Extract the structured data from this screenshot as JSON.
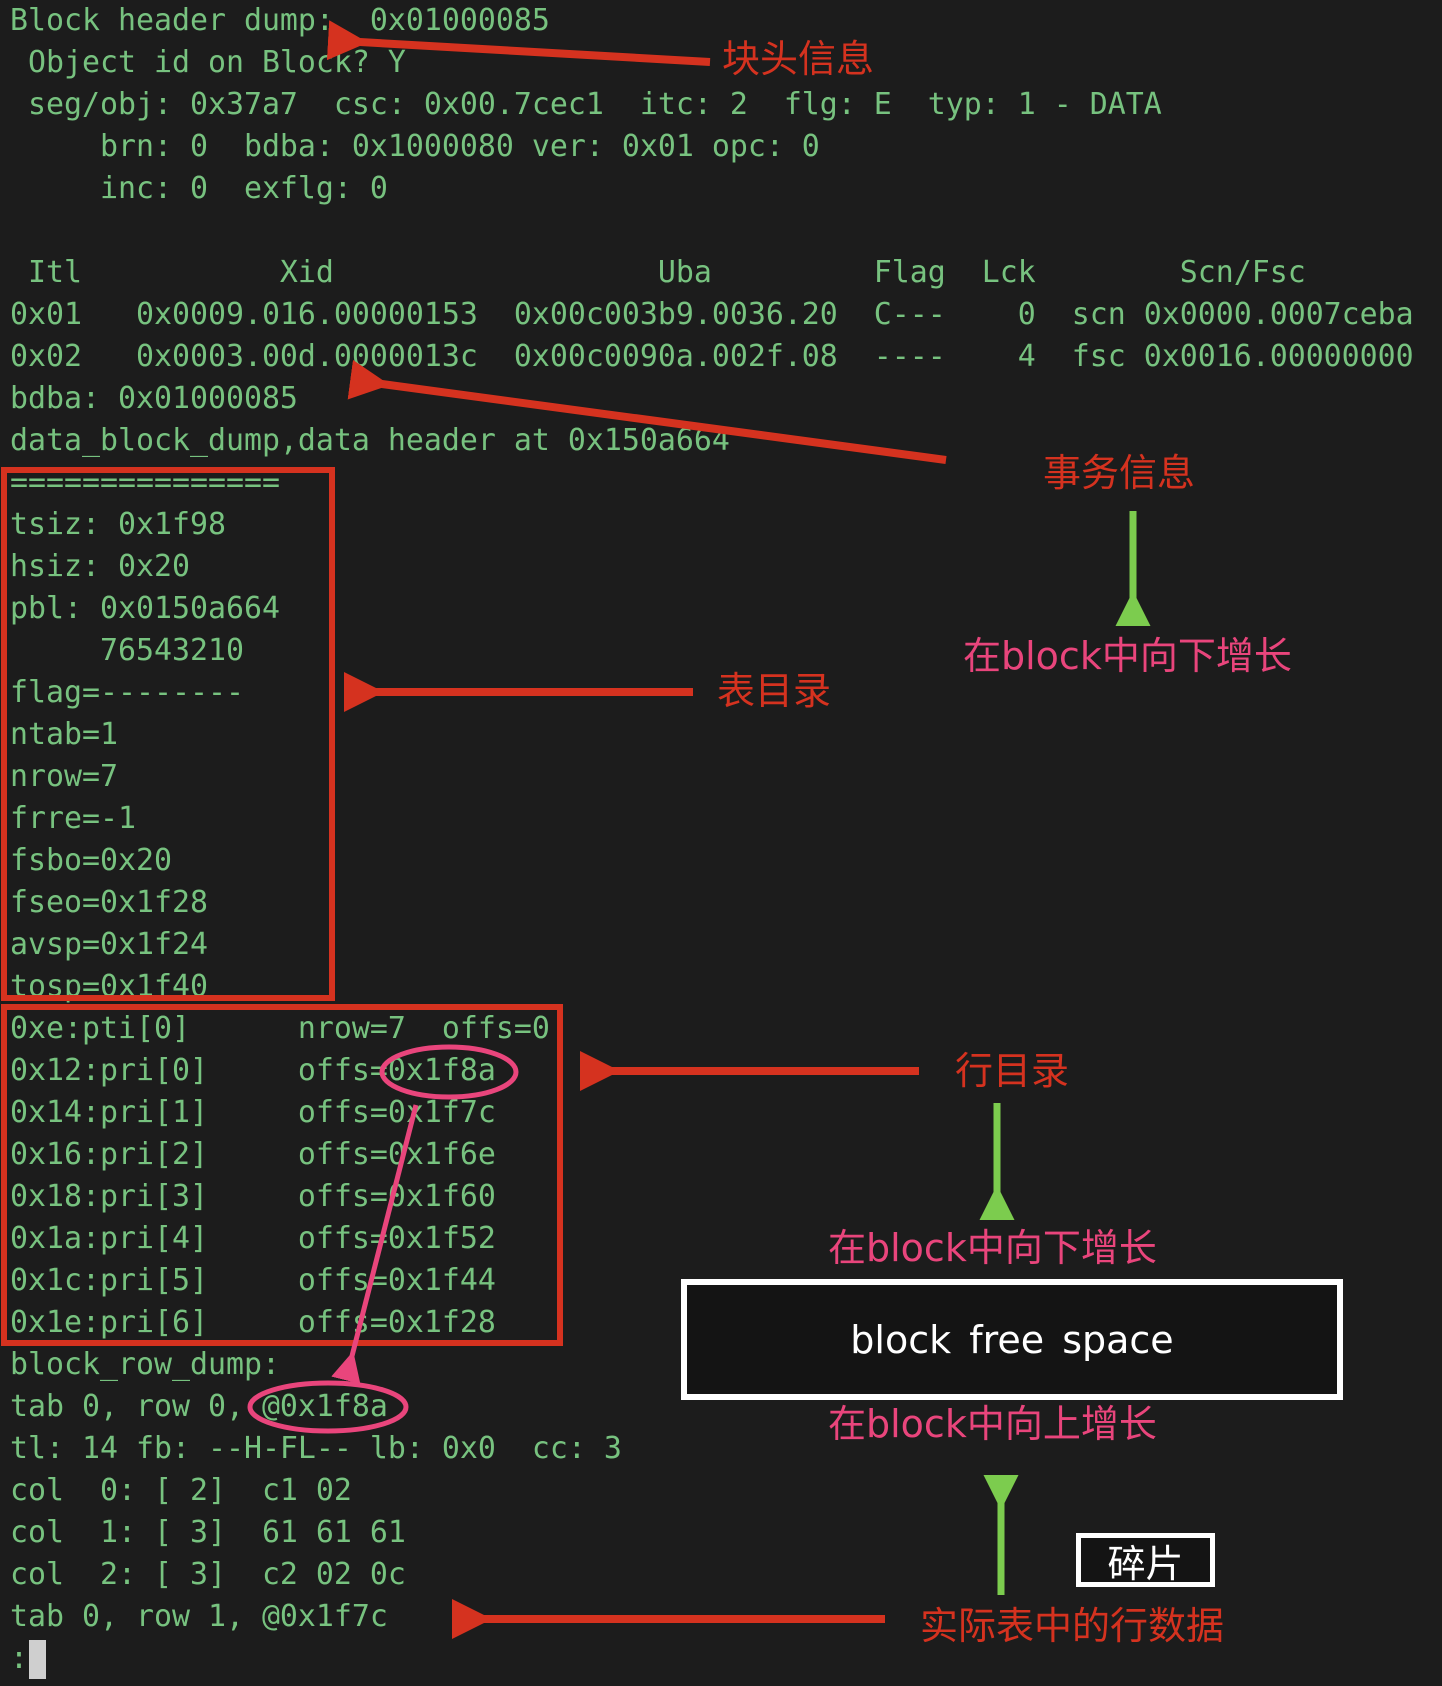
{
  "terminal": {
    "lines": [
      "Block header dump:  0x01000085",
      " Object id on Block? Y",
      " seg/obj: 0x37a7  csc: 0x00.7cec1  itc: 2  flg: E  typ: 1 - DATA",
      "     brn: 0  bdba: 0x1000080 ver: 0x01 opc: 0",
      "     inc: 0  exflg: 0",
      "",
      " Itl           Xid                  Uba         Flag  Lck        Scn/Fsc",
      "0x01   0x0009.016.00000153  0x00c003b9.0036.20  C---    0  scn 0x0000.0007ceba",
      "0x02   0x0003.00d.0000013c  0x00c0090a.002f.08  ----    4  fsc 0x0016.00000000",
      "bdba: 0x01000085",
      "data_block_dump,data header at 0x150a664",
      "===============",
      "tsiz: 0x1f98",
      "hsiz: 0x20",
      "pbl: 0x0150a664",
      "     76543210",
      "flag=--------",
      "ntab=1",
      "nrow=7",
      "frre=-1",
      "fsbo=0x20",
      "fseo=0x1f28",
      "avsp=0x1f24",
      "tosp=0x1f40",
      "0xe:pti[0]      nrow=7  offs=0",
      "0x12:pri[0]     offs=0x1f8a",
      "0x14:pri[1]     offs=0x1f7c",
      "0x16:pri[2]     offs=0x1f6e",
      "0x18:pri[3]     offs=0x1f60",
      "0x1a:pri[4]     offs=0x1f52",
      "0x1c:pri[5]     offs=0x1f44",
      "0x1e:pri[6]     offs=0x1f28",
      "block_row_dump:",
      "tab 0, row 0, @0x1f8a",
      "tl: 14 fb: --H-FL-- lb: 0x0  cc: 3",
      "col  0: [ 2]  c1 02",
      "col  1: [ 3]  61 61 61",
      "col  2: [ 3]  c2 02 0c",
      "tab 0, row 1, @0x1f7c",
      ":"
    ]
  },
  "annotations": {
    "block_header": "块头信息",
    "transaction_info": "事务信息",
    "grows_down_1": "在block中向下增长",
    "table_directory": "表目录",
    "row_directory": "行目录",
    "grows_down_2": "在block中向下增长",
    "free_space": "block free space",
    "grows_up": "在block中向上增长",
    "fragment": "碎片",
    "row_data": "实际表中的行数据"
  },
  "colors": {
    "background": "#1c1c1c",
    "terminal_text": "#77c27f",
    "annotation_red": "#d5321f",
    "annotation_pink": "#e9457c",
    "arrow_green": "#7ccc4e"
  }
}
